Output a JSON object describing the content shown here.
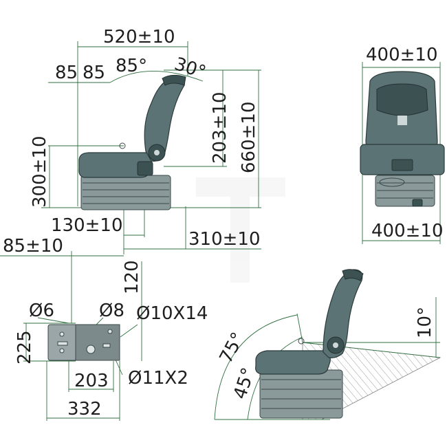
{
  "side_view": {
    "width_label": "520±10",
    "angle_back_label": "85°",
    "angle_recline_label": "30°",
    "offset_a_label": "85",
    "offset_b_label": "85",
    "height_back_label": "203±10",
    "height_total_label": "660±10",
    "height_seat_label": "300±10",
    "depth_label": "130±10",
    "travel_label": "310±10"
  },
  "front_view": {
    "top_width_label": "400±10",
    "bottom_width_label": "400±10"
  },
  "base_plate": {
    "offset_label": "85±10",
    "spacing_label": "120",
    "hole_a_label": "Ø6",
    "hole_b_label": "Ø8",
    "slot_label": "Ø10X14",
    "height_label": "225",
    "inner_width_label": "203",
    "slot_b_label": "Ø11X2",
    "outer_width_label": "332"
  },
  "tilt_view": {
    "angle_a_label": "75°",
    "angle_b_label": "45°",
    "angle_c_label": "10°"
  },
  "colors": {
    "seat": "#5b7374",
    "dimension_line": "#2f6f3f"
  }
}
